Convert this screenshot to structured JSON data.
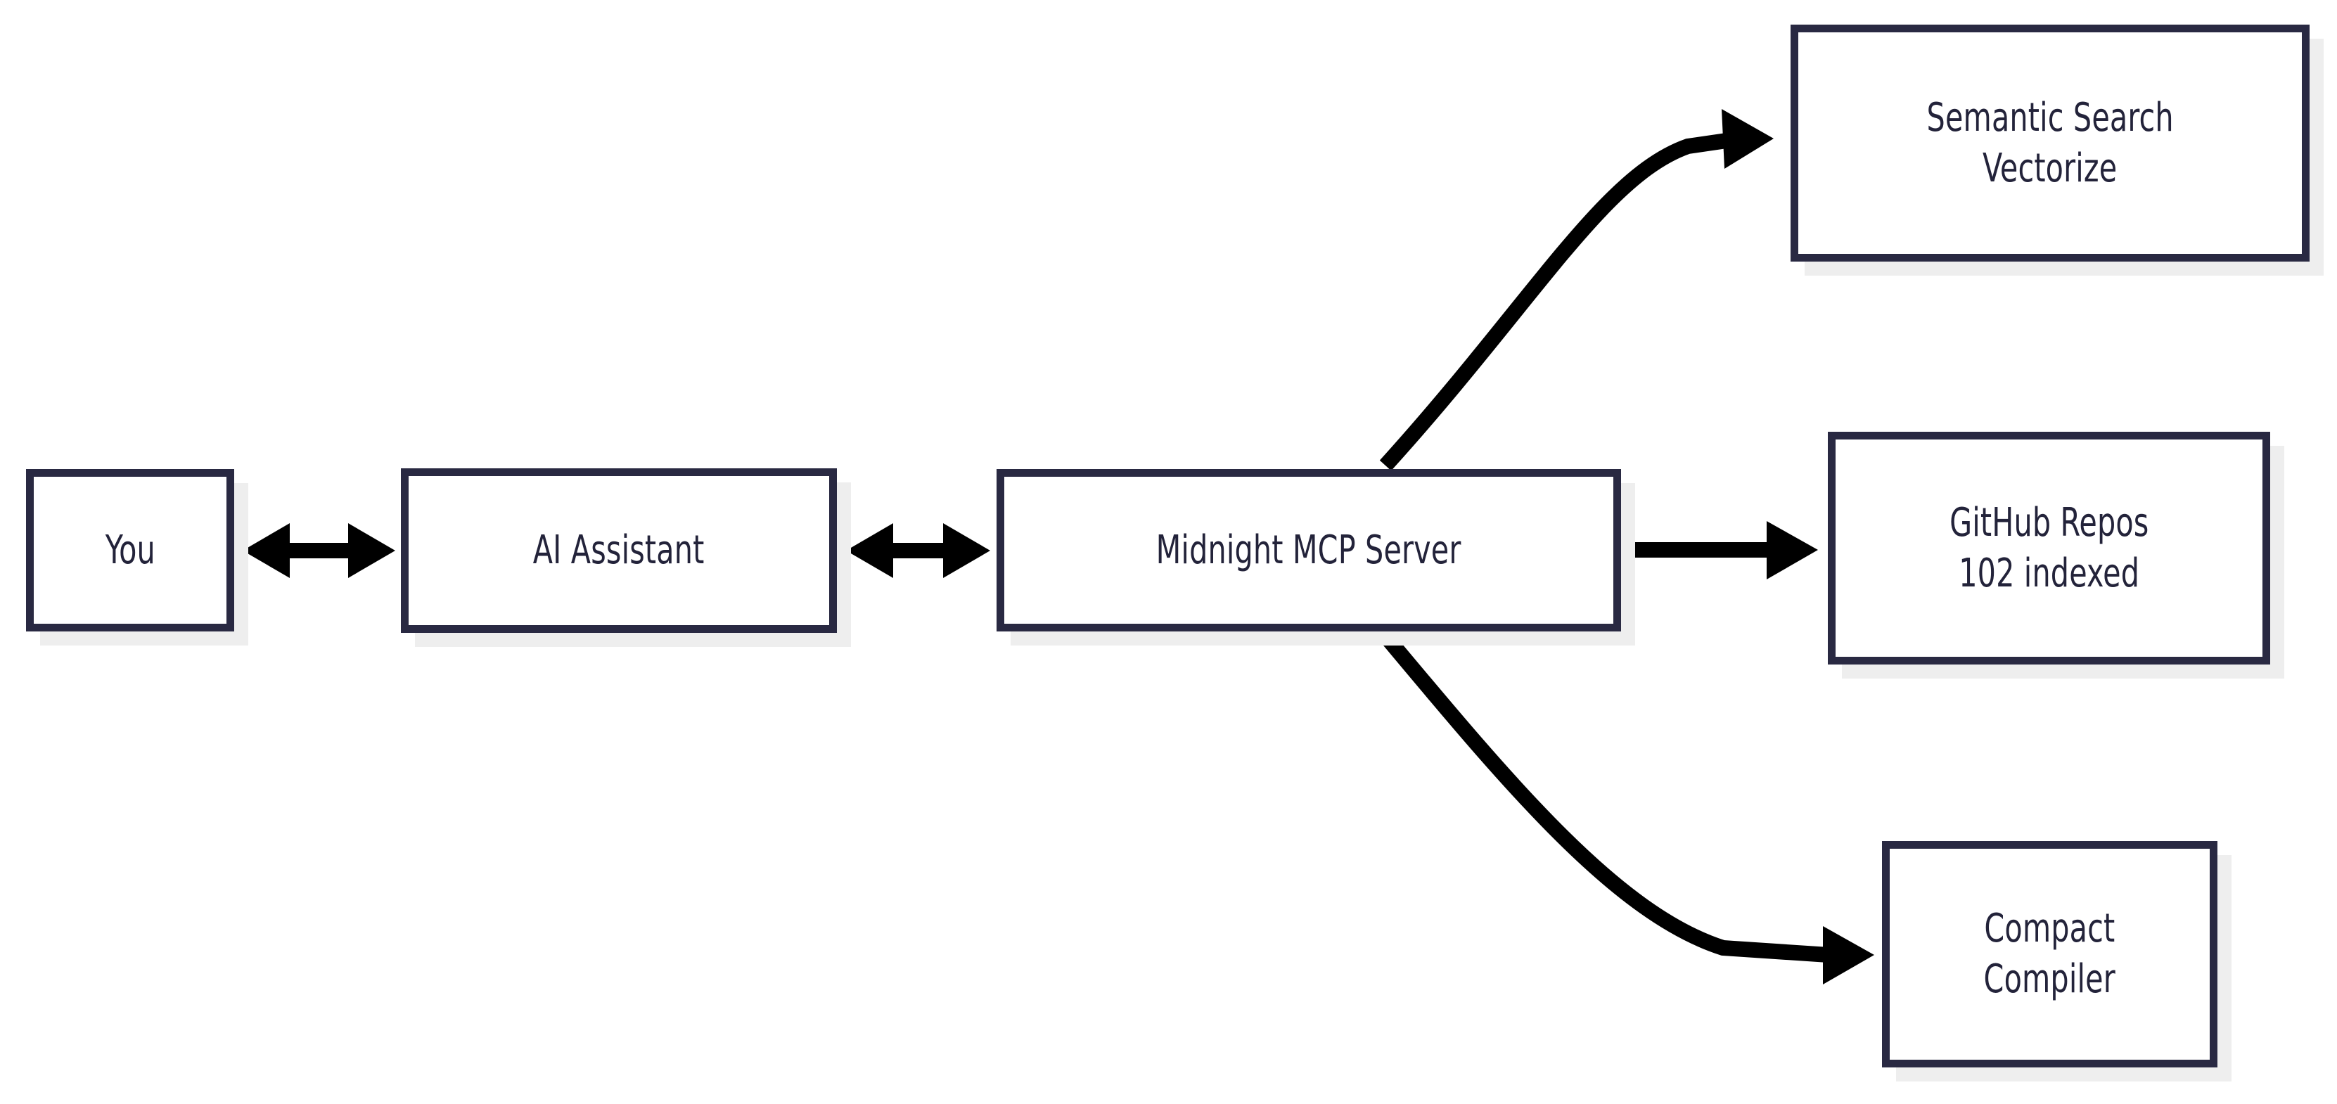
{
  "diagram": {
    "type": "flow-diagram",
    "background_color": "#ffffff",
    "node_border_color": "#292942",
    "node_fill_color": "#ffffff",
    "node_shadow_color": "#eeeeee",
    "edge_color": "#000000",
    "nodes": [
      {
        "id": "you",
        "lines": [
          "You"
        ]
      },
      {
        "id": "ai-assistant",
        "lines": [
          "AI Assistant"
        ]
      },
      {
        "id": "mcp-server",
        "lines": [
          "Midnight MCP Server"
        ]
      },
      {
        "id": "semantic-search",
        "lines": [
          "Semantic Search",
          "Vectorize"
        ]
      },
      {
        "id": "github-repos",
        "lines": [
          "GitHub Repos",
          "102 indexed"
        ]
      },
      {
        "id": "compact-compiler",
        "lines": [
          "Compact",
          "Compiler"
        ]
      }
    ],
    "edges": [
      {
        "id": "you-ai",
        "from": "you",
        "to": "ai-assistant",
        "arrow": "double",
        "label": ""
      },
      {
        "id": "ai-mcp",
        "from": "ai-assistant",
        "to": "mcp-server",
        "arrow": "double",
        "label": ""
      },
      {
        "id": "mcp-semantic",
        "from": "mcp-server",
        "to": "semantic-search",
        "arrow": "single",
        "label": ""
      },
      {
        "id": "mcp-github",
        "from": "mcp-server",
        "to": "github-repos",
        "arrow": "single",
        "label": ""
      },
      {
        "id": "mcp-compact",
        "from": "mcp-server",
        "to": "compact-compiler",
        "arrow": "single",
        "label": ""
      }
    ]
  }
}
